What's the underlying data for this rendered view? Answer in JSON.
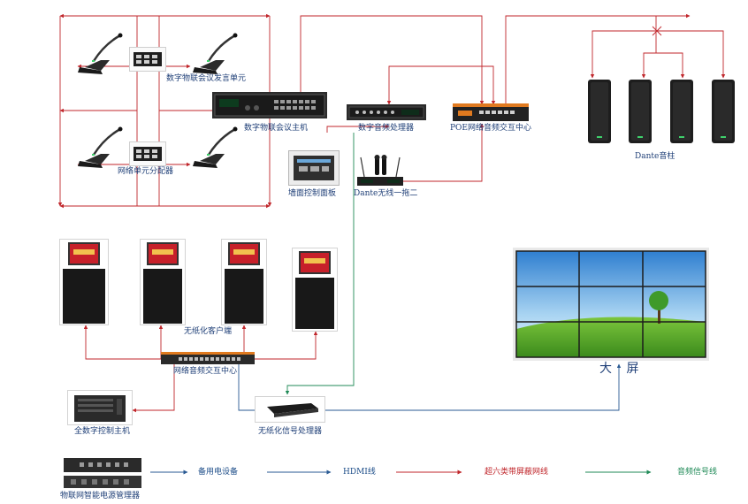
{
  "labels": {
    "conf_speaker_unit": "数字物联会议发言单元",
    "conf_host": "数字物联会议主机",
    "net_splitter": "网络单元分配器",
    "wall_panel": "墙面控制面板",
    "dsp": "数字音频处理器",
    "poe_switch": "POE网络音频交互中心",
    "wireless_mic": "Dante无线一拖二",
    "dante_column": "Dante音柱",
    "paperless_client": "无纸化客户端",
    "net_audio_center": "网络音频交互中心",
    "big_screen": "大 屏",
    "central_control": "全数字控制主机",
    "paperless_processor": "无纸化信号处理器",
    "power_manager": "物联网智能电源管理器"
  },
  "legend": {
    "power_device": "备用电设备",
    "hdmi": "HDMI线",
    "cat6": "超六类带屏蔽网线",
    "audio": "音频信号线"
  },
  "colors": {
    "network": "#c0262b",
    "hdmi": "#2a5a93",
    "audio": "#1f8a57",
    "label": "#1f3f77"
  },
  "icons": {
    "gooseneck": "gooseneck-mic-icon",
    "rack": "rack-device-icon",
    "switch": "network-switch-icon",
    "column": "column-speaker-icon",
    "tablet": "touch-panel-icon",
    "monitor": "lift-monitor-icon",
    "screen": "video-wall-icon"
  }
}
